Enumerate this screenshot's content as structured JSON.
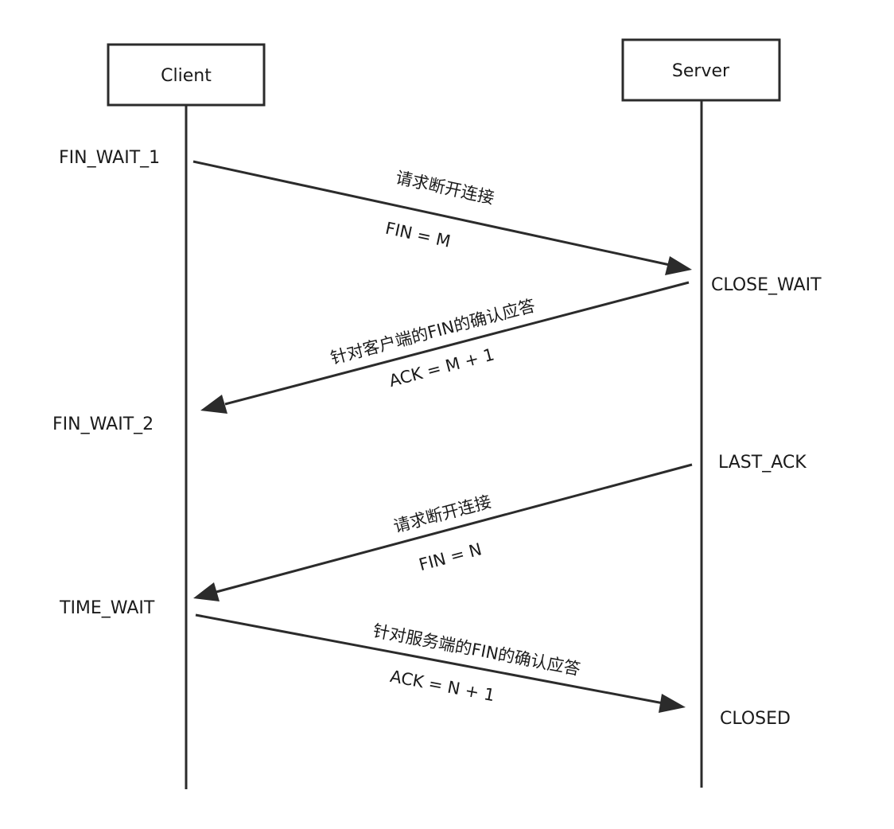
{
  "participants": {
    "client": {
      "label": "Client"
    },
    "server": {
      "label": "Server"
    }
  },
  "states": {
    "client": [
      "FIN_WAIT_1",
      "FIN_WAIT_2",
      "TIME_WAIT"
    ],
    "server": [
      "CLOSE_WAIT",
      "LAST_ACK",
      "CLOSED"
    ]
  },
  "messages": [
    {
      "direction": "client-to-server",
      "label": "请求断开连接",
      "value": "FIN = M"
    },
    {
      "direction": "server-to-client",
      "label": "针对客户端的FIN的确认应答",
      "value": "ACK = M + 1"
    },
    {
      "direction": "server-to-client",
      "label": "请求断开连接",
      "value": "FIN = N"
    },
    {
      "direction": "client-to-server",
      "label": "针对服务端的FIN的确认应答",
      "value": "ACK = N + 1"
    }
  ],
  "colors": {
    "stroke": "#2b2b2b",
    "text": "#1a1a1a",
    "background": "#ffffff"
  }
}
